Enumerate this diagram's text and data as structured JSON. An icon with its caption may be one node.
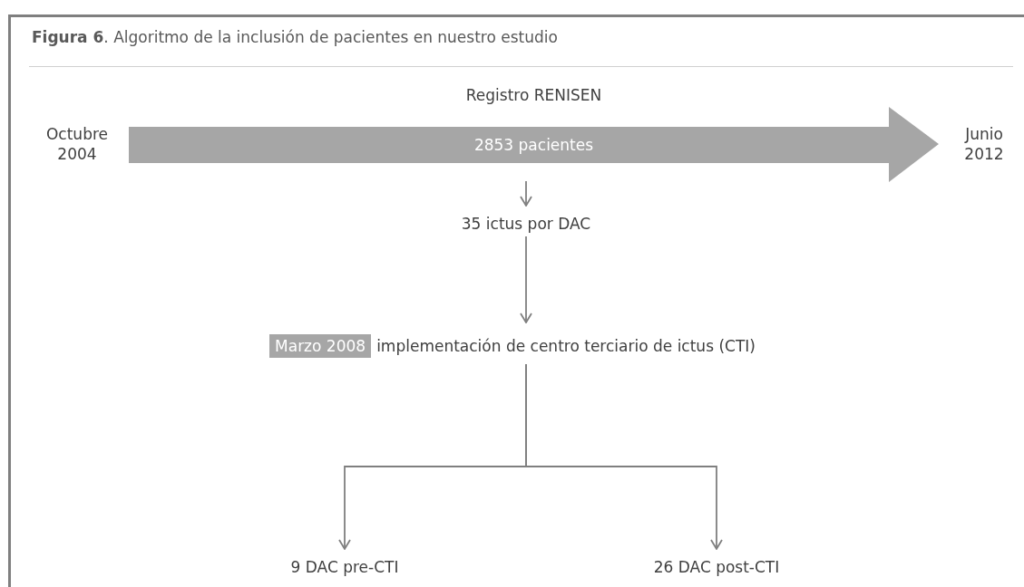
{
  "diagram": {
    "title": "**Figura 6**. Algoritmo de la inclusión de pacientes en nuestro estudio",
    "nodes": [
      {
        "text": [
          "Registro RENISEN",
          "2853 pacientes"
        ],
        "beside": [
          "Octubre 2004",
          "Junio 2012"
        ]
      },
      {
        "text": [
          "35 ictus por DAC"
        ]
      },
      {
        "text": [
          "Marzo 2008",
          "implementación de centro terciario de ictus (CTI)"
        ]
      },
      {
        "text": [
          "9 DAC pre-CTI"
        ]
      },
      {
        "text": [
          "26 DAC post-CTI"
        ]
      }
    ],
    "edges": [
      {
        "from": 0,
        "to": 1,
        "arrow": "to"
      },
      {
        "from": 1,
        "to": 2,
        "arrow": "to"
      },
      {
        "from": 2,
        "to": 3,
        "arrow": "to"
      },
      {
        "from": 2,
        "to": 4,
        "arrow": "to"
      }
    ]
  }
}
